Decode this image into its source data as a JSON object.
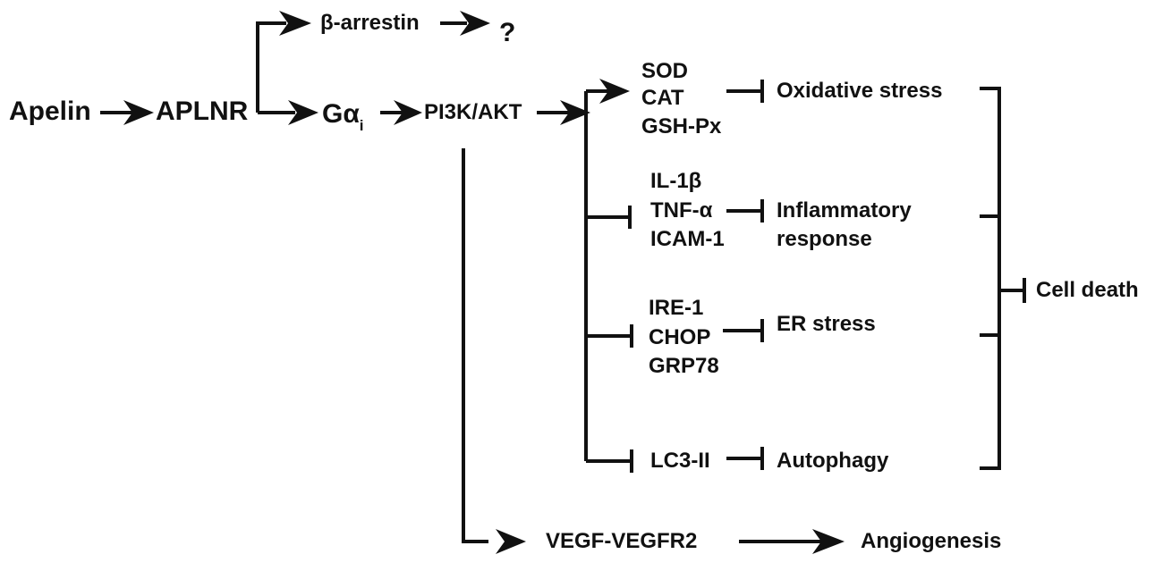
{
  "nodes": {
    "apelin": "Apelin",
    "aplnr": "APLNR",
    "beta_arrestin": "β-arrestin",
    "unknown": "?",
    "galpha_main": "Gα",
    "galpha_sub": "i",
    "pi3k_akt": "PI3K/AKT",
    "sod": "SOD",
    "cat": "CAT",
    "gsh_px": "GSH-Px",
    "il_1b": "IL-1β",
    "tnf_a": "TNF-α",
    "icam_1": "ICAM-1",
    "ire_1": "IRE-1",
    "chop": "CHOP",
    "grp78": "GRP78",
    "lc3_ii": "LC3-II",
    "oxidative_stress": "Oxidative stress",
    "inflammatory_1": "Inflammatory",
    "inflammatory_2": "response",
    "er_stress": "ER stress",
    "autophagy": "Autophagy",
    "cell_death": "Cell death",
    "vegf": "VEGF-VEGFR2",
    "angiogenesis": "Angiogenesis"
  }
}
